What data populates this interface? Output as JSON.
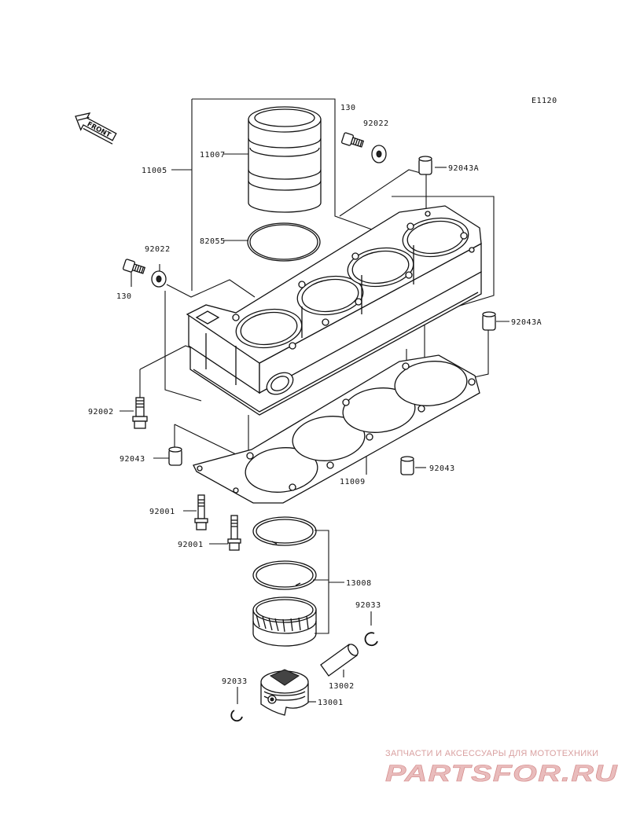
{
  "diagram_code": "E1120",
  "front_label": "FRONT",
  "parts": {
    "p11005": "11005",
    "p11007": "11007",
    "p82055": "82055",
    "p130_top": "130",
    "p92022_top": "92022",
    "p92043A_top": "92043A",
    "p92022_left": "92022",
    "p130_left": "130",
    "p92043A_right": "92043A",
    "p92002": "92002",
    "p92043_left": "92043",
    "p92043_right": "92043",
    "p11009": "11009",
    "p92001_a": "92001",
    "p92001_b": "92001",
    "p13008": "13008",
    "p92033_right": "92033",
    "p13002": "13002",
    "p92033_left": "92033",
    "p13001": "13001"
  },
  "watermark": {
    "tagline": "ЗАПЧАСТИ И АКСЕССУАРЫ ДЛЯ МОТОТЕХНИКИ",
    "brand": "PARTSFOR.RU"
  }
}
